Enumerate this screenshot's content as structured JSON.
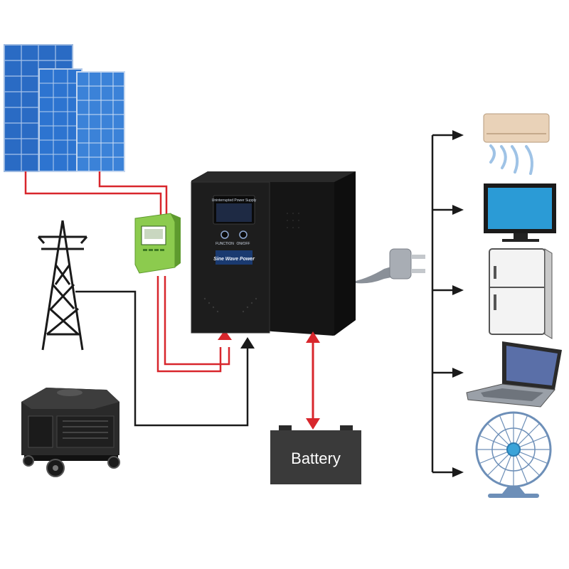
{
  "diagram": {
    "ups": {
      "panel_title": "Uninterrupted Power Supply",
      "button_left": "FUNCTION",
      "button_right": "ON/OFF",
      "brand": "Sine Wave Power"
    },
    "battery": {
      "label": "Battery"
    },
    "sources": [
      "solar-panels",
      "charge-controller",
      "utility-grid",
      "generator"
    ],
    "loads": [
      "air-conditioner",
      "television",
      "refrigerator",
      "laptop",
      "fan"
    ],
    "colors": {
      "solar_line": "#d8262c",
      "grid_line": "#1a1a1a",
      "panel_blue": "#2a6bc4",
      "controller_green": "#7ac142",
      "ups_body": "#1c1c1c",
      "battery_body": "#3a3a3a",
      "plug_gray": "#8a9098"
    }
  }
}
